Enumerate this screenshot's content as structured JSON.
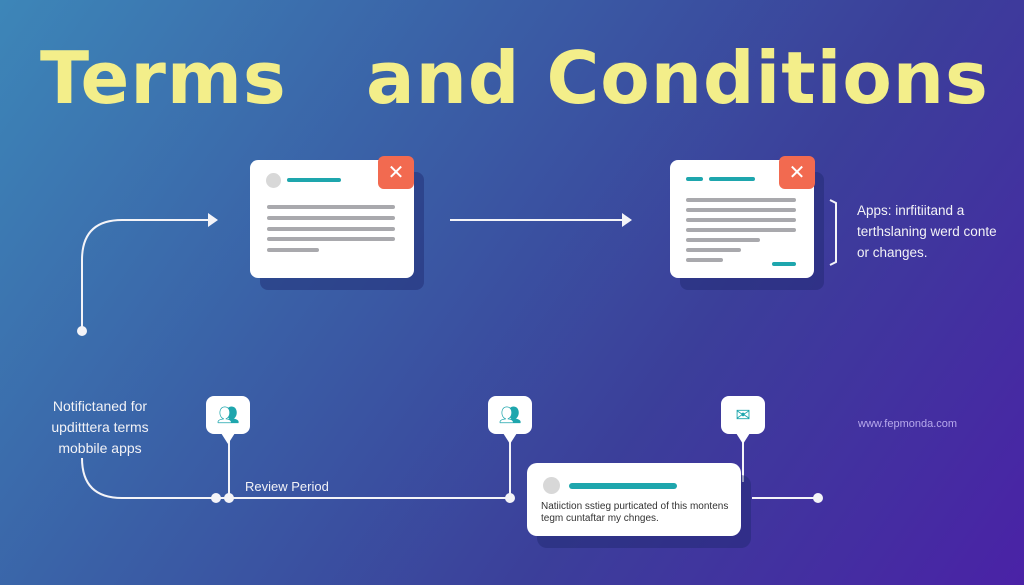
{
  "title": {
    "word1": "Terms",
    "word2": "and Conditions"
  },
  "left_note": "Notifictaned for upditttera terms mobbile apps",
  "right_note": "Apps: inrfitiitand a terthslaning werd conte or changes.",
  "review_label": "Review Period",
  "message_box_text": "Natiiction sstieg purticated of this montens tegm cuntaftar my chnges.",
  "website": "www.fepmonda.com",
  "icons": {
    "close": "close-icon",
    "users": "users-icon",
    "mail": "mail-icon"
  },
  "colors": {
    "title": "#f3ee8a",
    "close_button": "#f26a50",
    "accent": "#1ea6ad"
  }
}
